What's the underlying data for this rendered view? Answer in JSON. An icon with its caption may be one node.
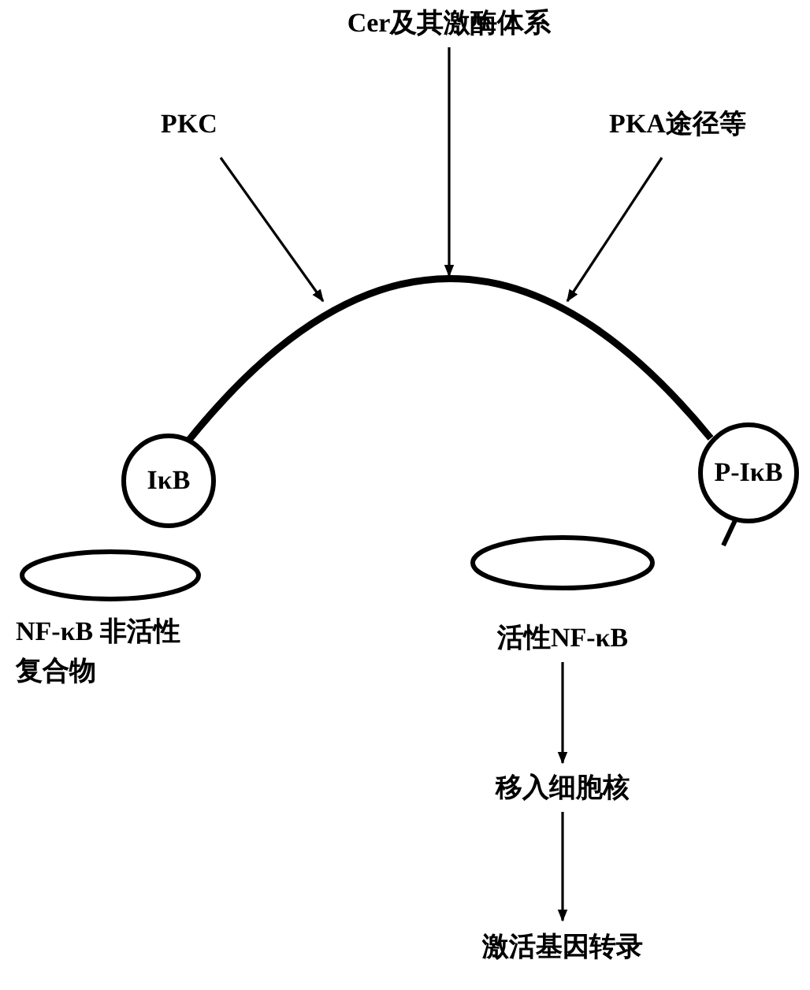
{
  "diagram": {
    "nodes": [
      {
        "text": [
          "PKC"
        ]
      },
      {
        "text": [
          "Cer及其激酶体系"
        ]
      },
      {
        "text": [
          "PKA途径等"
        ]
      },
      {
        "text": [
          "IκB"
        ]
      },
      {
        "text": [
          "NF-κB 非活性复合物"
        ]
      },
      {
        "text": [
          "P-IκB"
        ]
      },
      {
        "text": [
          "活性NF-κB"
        ]
      },
      {
        "text": [
          "移入细胞核"
        ]
      },
      {
        "text": [
          "激活基因转录"
        ]
      }
    ],
    "edges": [
      {
        "from": 0,
        "to": null,
        "arrow": "to"
      },
      {
        "from": 1,
        "to": null,
        "arrow": "to"
      },
      {
        "from": 2,
        "to": null,
        "arrow": "to"
      },
      {
        "from": 3,
        "to": 5,
        "arrow": "none",
        "style": "thick"
      },
      {
        "from": 6,
        "to": 7,
        "arrow": "to"
      },
      {
        "from": 7,
        "to": 8,
        "arrow": "to"
      }
    ]
  }
}
